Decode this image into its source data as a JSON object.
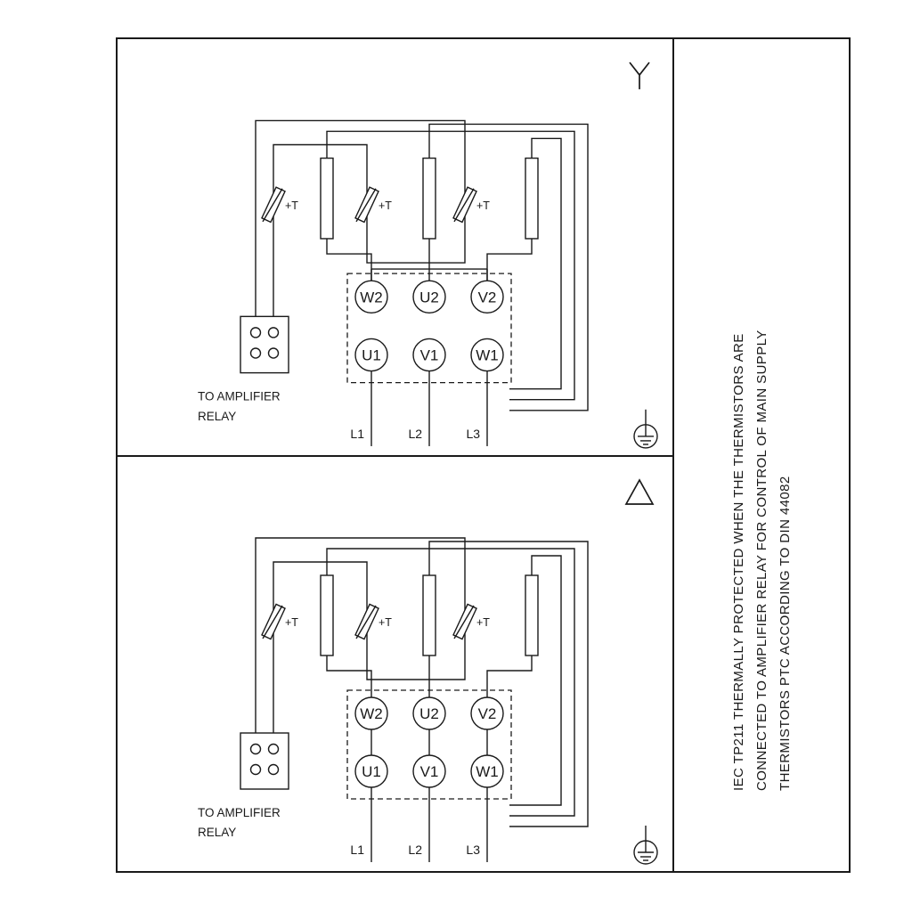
{
  "frame": {
    "side_note_lines": [
      "IEC TP211 THERMALLY PROTECTED WHEN THE THERMISTORS ARE",
      "CONNECTED TO AMPLIFIER RELAY FOR CONTROL OF MAIN SUPPLY",
      "THERMISTORS PTC ACCORDING TO DIN 44082"
    ]
  },
  "panels": [
    {
      "name": "star-connection",
      "symbol": "wye",
      "thermistor_labels": [
        "+T",
        "+T",
        "+T"
      ],
      "terminals_top": [
        "W2",
        "U2",
        "V2"
      ],
      "terminals_bottom": [
        "U1",
        "V1",
        "W1"
      ],
      "relay_caption_line1": "TO AMPLIFIER",
      "relay_caption_line2": "RELAY",
      "supply_labels": [
        "L1",
        "L2",
        "L3"
      ]
    },
    {
      "name": "delta-connection",
      "symbol": "delta",
      "thermistor_labels": [
        "+T",
        "+T",
        "+T"
      ],
      "terminals_top": [
        "W2",
        "U2",
        "V2"
      ],
      "terminals_bottom": [
        "U1",
        "V1",
        "W1"
      ],
      "relay_caption_line1": "TO AMPLIFIER",
      "relay_caption_line2": "RELAY",
      "supply_labels": [
        "L1",
        "L2",
        "L3"
      ]
    }
  ],
  "colors": {
    "ink": "#1a1a1a",
    "background": "#ffffff"
  }
}
